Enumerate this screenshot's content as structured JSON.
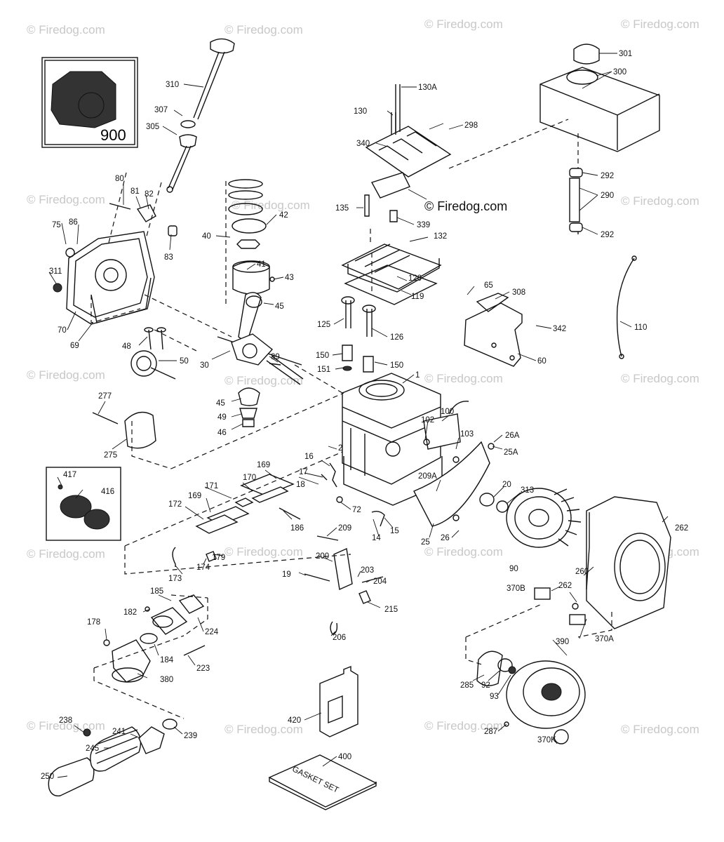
{
  "brand_watermark": "© Firedog.com",
  "brand_overlay": "© Firedog.com",
  "inset_label": "900",
  "gasket_set_label": "GASKET SET",
  "callouts": [
    "1",
    "2",
    "14",
    "15",
    "16",
    "17",
    "18",
    "19",
    "20",
    "25",
    "25A",
    "26",
    "26A",
    "30",
    "40",
    "41",
    "42",
    "43",
    "45",
    "45",
    "46",
    "48",
    "49",
    "50",
    "60",
    "65",
    "69",
    "70",
    "72",
    "75",
    "80",
    "81",
    "82",
    "83",
    "86",
    "89",
    "90",
    "92",
    "93",
    "100",
    "102",
    "103",
    "110",
    "119",
    "120",
    "125",
    "126",
    "130",
    "130A",
    "132",
    "135",
    "150",
    "150",
    "151",
    "169",
    "169",
    "170",
    "171",
    "172",
    "173",
    "174",
    "178",
    "179",
    "182",
    "184",
    "185",
    "186",
    "200",
    "203",
    "204",
    "206",
    "209",
    "209A",
    "215",
    "223",
    "224",
    "238",
    "239",
    "241",
    "245",
    "250",
    "260",
    "262",
    "262",
    "275",
    "277",
    "285",
    "287",
    "290",
    "292",
    "292",
    "298",
    "300",
    "301",
    "305",
    "307",
    "308",
    "310",
    "311",
    "313",
    "339",
    "340",
    "342",
    "370A",
    "370B",
    "370K",
    "380",
    "390",
    "400",
    "416",
    "417",
    "420"
  ]
}
